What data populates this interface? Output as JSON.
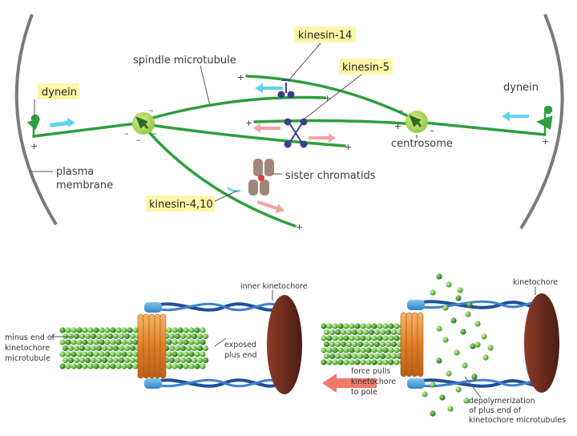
{
  "top": {
    "labels": {
      "kinesin14": "kinesin-14",
      "kinesin5": "kinesin-5",
      "spindle_microtubule": "spindle microtubule",
      "dynein_left": "dynein",
      "dynein_right": "dynein",
      "centrosome": "centrosome",
      "plasma_membrane_1": "plasma",
      "plasma_membrane_2": "membrane",
      "sister_chromatids": "sister chromatids",
      "kinesin_4_10": "kinesin-4,10"
    },
    "signs": {
      "plus": "+",
      "minus": "–"
    }
  },
  "bottom": {
    "labels": {
      "inner_kinetochore": "inner kinetochore",
      "kinetochore": "kinetochore",
      "minus_end_1": "minus end of",
      "minus_end_2": "kinetochore",
      "minus_end_3": "microtubule",
      "exposed_1": "exposed",
      "exposed_2": "plus end",
      "force_1": "force pulls",
      "force_2": "kinetochore",
      "force_3": "to pole",
      "depoly_1": "depolymerization",
      "depoly_2": "of plus end of",
      "depoly_3": "kinetochore microtubules"
    }
  },
  "colors": {
    "microtubule": "#2e9e3e",
    "centrosome": "#9ccf4a",
    "motor": "#3a3f8f",
    "arrow_cyan": "#5fd3ef",
    "arrow_pink": "#f3a3a3",
    "kinetochore_disc": "#6b2c1f",
    "ring": "#e8903a",
    "membrane": "#777777",
    "highlight": "#fff7a8"
  }
}
